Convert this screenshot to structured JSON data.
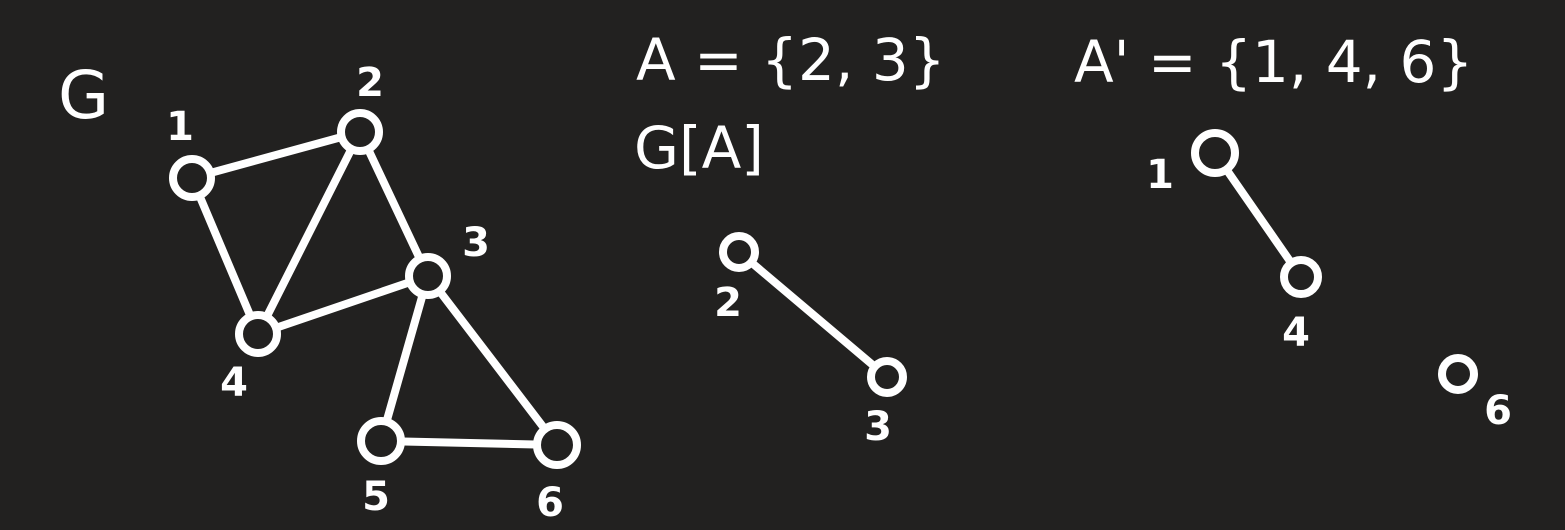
{
  "graph_g": {
    "title": "G",
    "nodes": [
      {
        "id": "1",
        "label": "1"
      },
      {
        "id": "2",
        "label": "2"
      },
      {
        "id": "3",
        "label": "3"
      },
      {
        "id": "4",
        "label": "4"
      },
      {
        "id": "5",
        "label": "5"
      },
      {
        "id": "6",
        "label": "6"
      }
    ],
    "edges": [
      [
        "1",
        "2"
      ],
      [
        "1",
        "4"
      ],
      [
        "2",
        "4"
      ],
      [
        "2",
        "3"
      ],
      [
        "3",
        "4"
      ],
      [
        "3",
        "5"
      ],
      [
        "3",
        "6"
      ],
      [
        "5",
        "6"
      ]
    ]
  },
  "subgraph_a": {
    "set_text": "A = {2, 3}",
    "induced_label": "G[A]",
    "nodes": [
      {
        "id": "2",
        "label": "2"
      },
      {
        "id": "3",
        "label": "3"
      }
    ],
    "edges": [
      [
        "2",
        "3"
      ]
    ]
  },
  "subgraph_a_complement": {
    "set_text": "A' = {1, 4, 6}",
    "nodes": [
      {
        "id": "1",
        "label": "1"
      },
      {
        "id": "4",
        "label": "4"
      },
      {
        "id": "6",
        "label": "6"
      }
    ],
    "edges": [
      [
        "1",
        "4"
      ]
    ]
  },
  "colors": {
    "background": "#222120",
    "ink": "#ffffff"
  }
}
